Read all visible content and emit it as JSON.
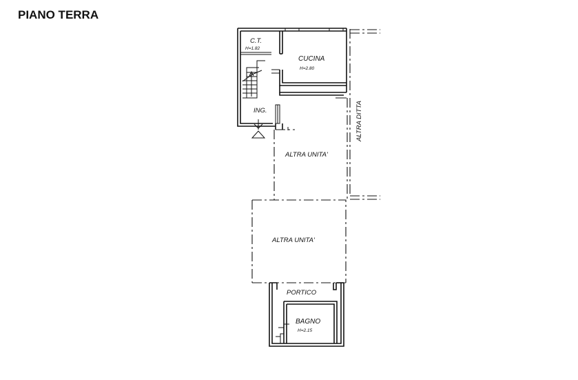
{
  "floor_title": "PIANO TERRA",
  "rooms": {
    "ct": {
      "name": "C.T.",
      "height": "H=1.82"
    },
    "cucina": {
      "name": "CUCINA",
      "height": "H=2.80"
    },
    "ingresso": {
      "name": "ING."
    },
    "altra_unita_upper": {
      "name": "ALTRA UNITA'"
    },
    "altra_ditta": {
      "name": "ALTRA DITTA"
    },
    "altra_unita_lower": {
      "name": "ALTRA UNITA'"
    },
    "portico": {
      "name": "PORTICO"
    },
    "bagno": {
      "name": "BAGNO",
      "height": "H=2.15"
    }
  }
}
